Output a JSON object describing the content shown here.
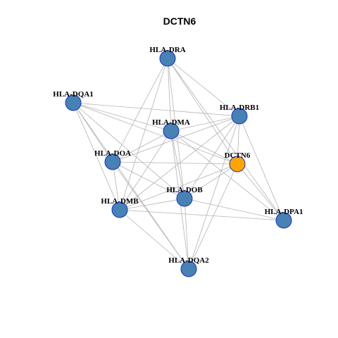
{
  "graph": {
    "title": "DCTN6",
    "colors": {
      "default_node": "#4682b4",
      "highlight_node": "#ffa500",
      "node_border": "#1a2ecc",
      "edge": "#b3b3b3"
    },
    "nodes": [
      {
        "id": "HLA-DRA",
        "label": "HLA-DRA",
        "highlight": false
      },
      {
        "id": "HLA-DQA1",
        "label": "HLA-DQA1",
        "highlight": false
      },
      {
        "id": "HLA-DRB1",
        "label": "HLA-DRB1",
        "highlight": false
      },
      {
        "id": "HLA-DMA",
        "label": "HLA-DMA",
        "highlight": false
      },
      {
        "id": "HLA-DOA",
        "label": "HLA-DOA",
        "highlight": false
      },
      {
        "id": "DCTN6",
        "label": "DCTN6",
        "highlight": true
      },
      {
        "id": "HLA-DOB",
        "label": "HLA-DOB",
        "highlight": false
      },
      {
        "id": "HLA-DMB",
        "label": "HLA-DMB",
        "highlight": false
      },
      {
        "id": "HLA-DPA1",
        "label": "HLA-DPA1",
        "highlight": false
      },
      {
        "id": "HLA-DQA2",
        "label": "HLA-DQA2",
        "highlight": false
      }
    ],
    "edges": [
      [
        "HLA-DRA",
        "HLA-DMA"
      ],
      [
        "HLA-DRA",
        "HLA-DOA"
      ],
      [
        "HLA-DRA",
        "HLA-DMB"
      ],
      [
        "HLA-DRA",
        "HLA-DOB"
      ],
      [
        "HLA-DRA",
        "HLA-DRB1"
      ],
      [
        "HLA-DRA",
        "DCTN6"
      ],
      [
        "HLA-DRA",
        "HLA-DPA1"
      ],
      [
        "HLA-DQA1",
        "HLA-DRB1"
      ],
      [
        "HLA-DQA1",
        "HLA-DMA"
      ],
      [
        "HLA-DQA1",
        "DCTN6"
      ],
      [
        "HLA-DQA1",
        "HLA-DOA"
      ],
      [
        "HLA-DQA1",
        "HLA-DMB"
      ],
      [
        "HLA-DQA1",
        "HLA-DOB"
      ],
      [
        "HLA-DQA1",
        "HLA-DQA2"
      ],
      [
        "HLA-DRB1",
        "HLA-DMA"
      ],
      [
        "HLA-DRB1",
        "HLA-DOA"
      ],
      [
        "HLA-DRB1",
        "HLA-DOB"
      ],
      [
        "HLA-DRB1",
        "HLA-DMB"
      ],
      [
        "HLA-DRB1",
        "HLA-DPA1"
      ],
      [
        "HLA-DRB1",
        "DCTN6"
      ],
      [
        "HLA-DRB1",
        "HLA-DQA2"
      ],
      [
        "HLA-DMA",
        "HLA-DOA"
      ],
      [
        "HLA-DMA",
        "HLA-DMB"
      ],
      [
        "HLA-DMA",
        "HLA-DOB"
      ],
      [
        "HLA-DMA",
        "DCTN6"
      ],
      [
        "HLA-DMA",
        "HLA-DPA1"
      ],
      [
        "HLA-DMA",
        "HLA-DQA2"
      ],
      [
        "HLA-DOA",
        "DCTN6"
      ],
      [
        "HLA-DOA",
        "HLA-DOB"
      ],
      [
        "HLA-DOA",
        "HLA-DMB"
      ],
      [
        "HLA-DOA",
        "HLA-DQA2"
      ],
      [
        "DCTN6",
        "HLA-DMB"
      ],
      [
        "DCTN6",
        "HLA-DOB"
      ],
      [
        "DCTN6",
        "HLA-DPA1"
      ],
      [
        "DCTN6",
        "HLA-DQA2"
      ],
      [
        "HLA-DOB",
        "HLA-DMB"
      ],
      [
        "HLA-DOB",
        "HLA-DPA1"
      ],
      [
        "HLA-DOB",
        "HLA-DQA2"
      ],
      [
        "HLA-DMB",
        "HLA-DPA1"
      ],
      [
        "HLA-DMB",
        "HLA-DQA2"
      ]
    ]
  }
}
